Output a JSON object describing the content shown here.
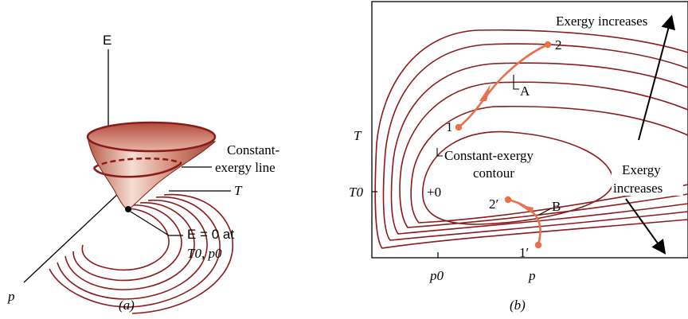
{
  "panel_a": {
    "axis_e": "E",
    "axis_p": "p",
    "axis_t": "T",
    "constant_line_1": "Constant-",
    "constant_line_2": "exergy line",
    "zero_label_1": "E = 0 at",
    "zero_label_2": "T0, p0",
    "caption": "(a)"
  },
  "panel_b": {
    "ylabel": "T",
    "xlabel": "p",
    "t0_label": "T0",
    "p0_label": "p0",
    "exergy_top": "Exergy increases",
    "exergy_right_1": "Exergy",
    "exergy_right_2": "increases",
    "contour_1": "Constant-exergy",
    "contour_2": "contour",
    "dead_state": "+0",
    "point_1": "1",
    "point_2": "2",
    "point_1p": "1′",
    "point_2p": "2′",
    "process_a": "A",
    "process_b": "B",
    "caption": "(b)"
  },
  "colors": {
    "contour": "#8b1a1a",
    "process": "#e8704a",
    "surface": "#c8735e"
  }
}
